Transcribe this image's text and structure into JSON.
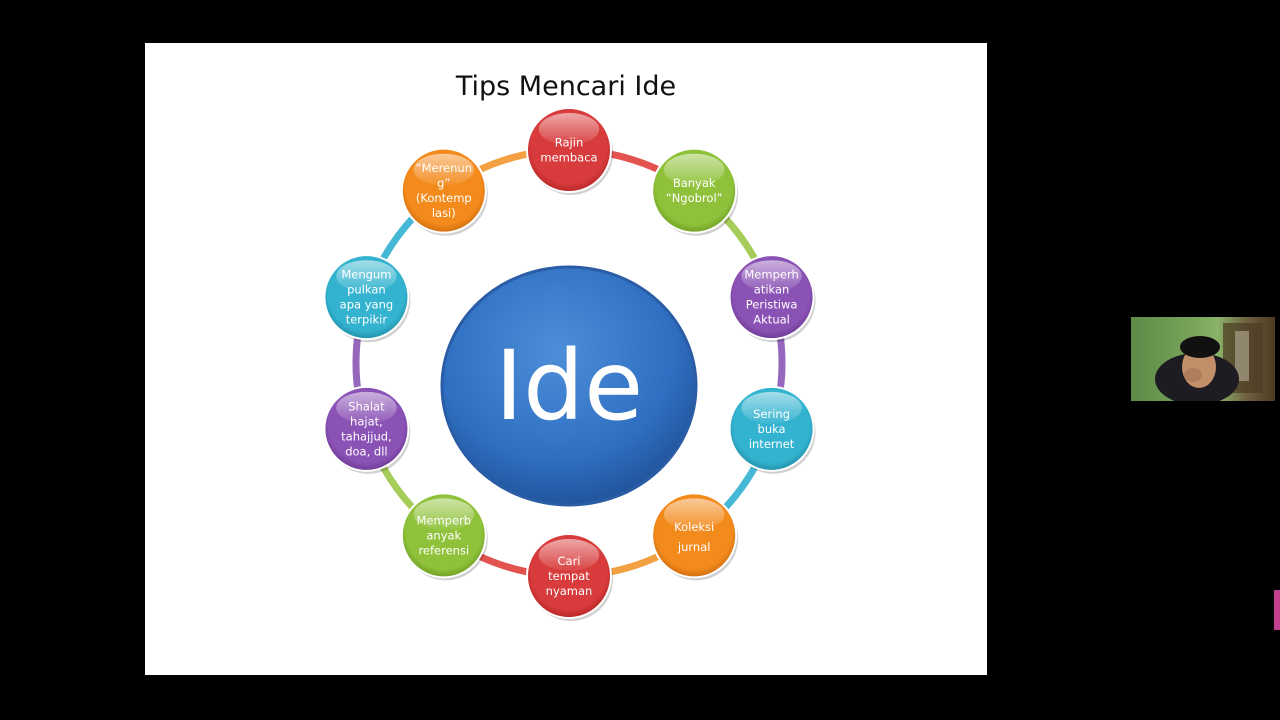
{
  "slide": {
    "title": "Tips Mencari Ide",
    "center_label": "Ide",
    "nodes": [
      {
        "lines": [
          "Rajin",
          "membaca"
        ],
        "color": "#d83b3b",
        "dark": "#a81c1c"
      },
      {
        "lines": [
          "Banyak",
          "“Ngobrol”"
        ],
        "color": "#8fc23a",
        "dark": "#5f8f1c"
      },
      {
        "lines": [
          "Memperh",
          "atikan",
          "Peristiwa",
          "Aktual"
        ],
        "color": "#8b52b5",
        "dark": "#5e2e85"
      },
      {
        "lines": [
          "Sering",
          "buka",
          "internet"
        ],
        "color": "#33b3cf",
        "dark": "#1a7e98"
      },
      {
        "lines": [
          "Koleksi",
          "jurnal"
        ],
        "color": "#f38a1c",
        "dark": "#c0600a",
        "large": true
      },
      {
        "lines": [
          "Cari",
          "tempat",
          "nyaman"
        ],
        "color": "#d83b3b",
        "dark": "#a81c1c"
      },
      {
        "lines": [
          "Memperb",
          "anyak",
          "referensi"
        ],
        "color": "#8fc23a",
        "dark": "#5f8f1c"
      },
      {
        "lines": [
          "Shalat",
          "hajat,",
          "tahajjud,",
          "doa, dll"
        ],
        "color": "#8b52b5",
        "dark": "#5e2e85"
      },
      {
        "lines": [
          "Mengum",
          "pulkan",
          "apa yang",
          "terpikir"
        ],
        "color": "#33b3cf",
        "dark": "#1a7e98"
      },
      {
        "lines": [
          "“Merenun",
          "g”",
          "(Kontemp",
          "lasi)"
        ],
        "color": "#f38a1c",
        "dark": "#c0600a"
      }
    ]
  },
  "colors": {
    "background": "#000000",
    "slide": "#ffffff",
    "center": "#2f6fc2",
    "ring_segments": [
      "#e2524f",
      "#a6cc5a",
      "#9567bd",
      "#45b8d5",
      "#f3a042"
    ]
  }
}
